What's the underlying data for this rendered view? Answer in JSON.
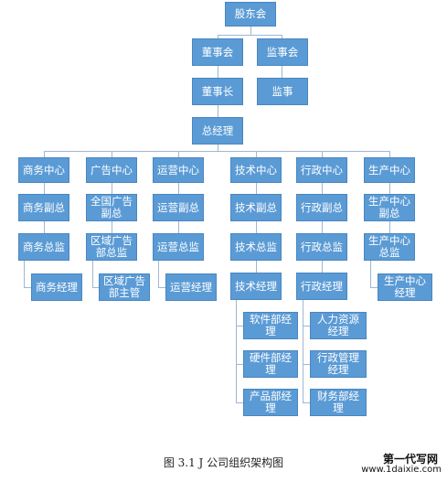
{
  "org": {
    "shareholders": "股东会",
    "board": "董事会",
    "supervisory_board": "监事会",
    "chairman": "董事长",
    "supervisor": "监事",
    "general_manager": "总经理"
  },
  "departments": [
    {
      "name": "商务中心",
      "levels": [
        "商务副总",
        "商务总监",
        "商务经理"
      ]
    },
    {
      "name": "广告中心",
      "levels": [
        "全国广告副总",
        "区域广告部总监",
        "区域广告部主管"
      ]
    },
    {
      "name": "运营中心",
      "levels": [
        "运营副总",
        "运营总监",
        "运营经理"
      ]
    },
    {
      "name": "技术中心",
      "levels": [
        "技术副总",
        "技术总监",
        "技术经理"
      ],
      "sub_units": [
        "软件部经理",
        "硬件部经理",
        "产品部经理"
      ]
    },
    {
      "name": "行政中心",
      "levels": [
        "行政副总",
        "行政总监",
        "行政经理"
      ],
      "sub_units": [
        "人力资源经理",
        "行政管理经理",
        "财务部经理"
      ]
    },
    {
      "name": "生产中心",
      "levels": [
        "生产中心副总",
        "生产中心总监",
        "生产中心经理"
      ]
    }
  ],
  "caption": "图 3.1 J 公司组织架构图",
  "watermark": {
    "line1": "第一代写网",
    "line2": "www.1daixie.com"
  },
  "colors": {
    "box_fill": "#5b9bd5",
    "box_border": "#4a86c0",
    "connector": "#9fb7d2",
    "text": "#ffffff"
  }
}
